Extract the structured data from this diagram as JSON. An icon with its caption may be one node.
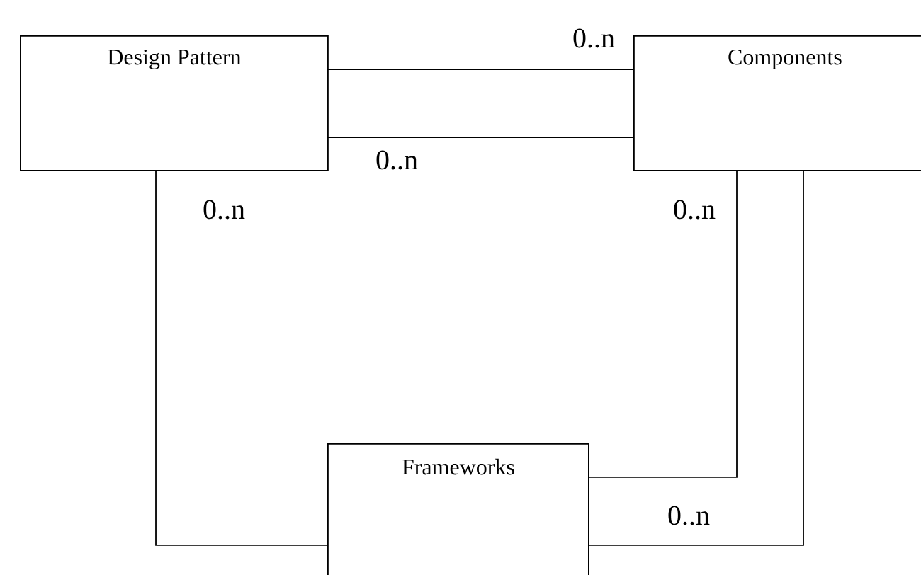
{
  "diagram": {
    "nodes": [
      {
        "text": [
          "Design Pattern"
        ]
      },
      {
        "text": [
          "Components"
        ]
      },
      {
        "text": [
          "Frameworks"
        ]
      }
    ],
    "edges": [
      {
        "from": 0,
        "to": 1,
        "arrow": "none",
        "label": "0..n"
      },
      {
        "from": 0,
        "to": 1,
        "arrow": "none",
        "label": "0..n"
      },
      {
        "from": 0,
        "to": 2,
        "arrow": "none",
        "label": "0..n"
      },
      {
        "from": 1,
        "to": 2,
        "arrow": "none",
        "label": "0..n"
      },
      {
        "from": 1,
        "to": 2,
        "arrow": "none",
        "label": "0..n"
      }
    ]
  }
}
